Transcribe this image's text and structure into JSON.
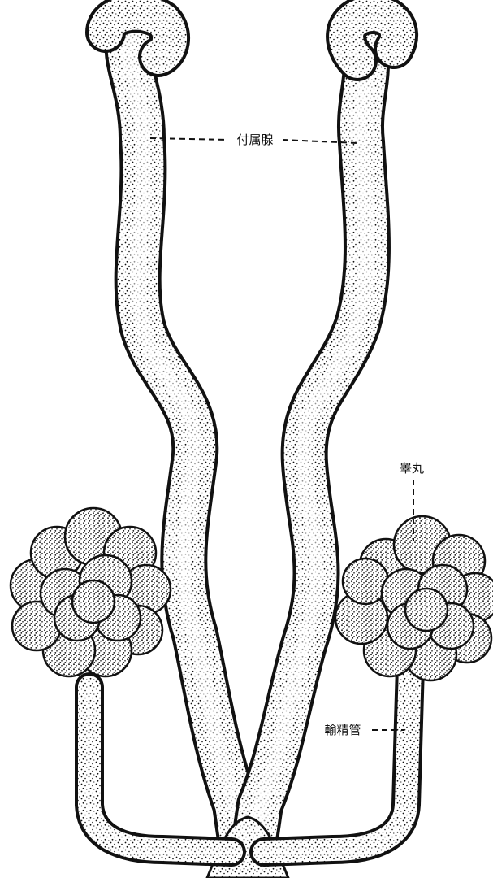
{
  "diagram": {
    "labels": {
      "accessory_gland": "付属腺",
      "testis": "睾丸",
      "vas_deferens": "輸精管"
    }
  },
  "colors": {
    "ink": "#111111",
    "paper": "#ffffff"
  }
}
